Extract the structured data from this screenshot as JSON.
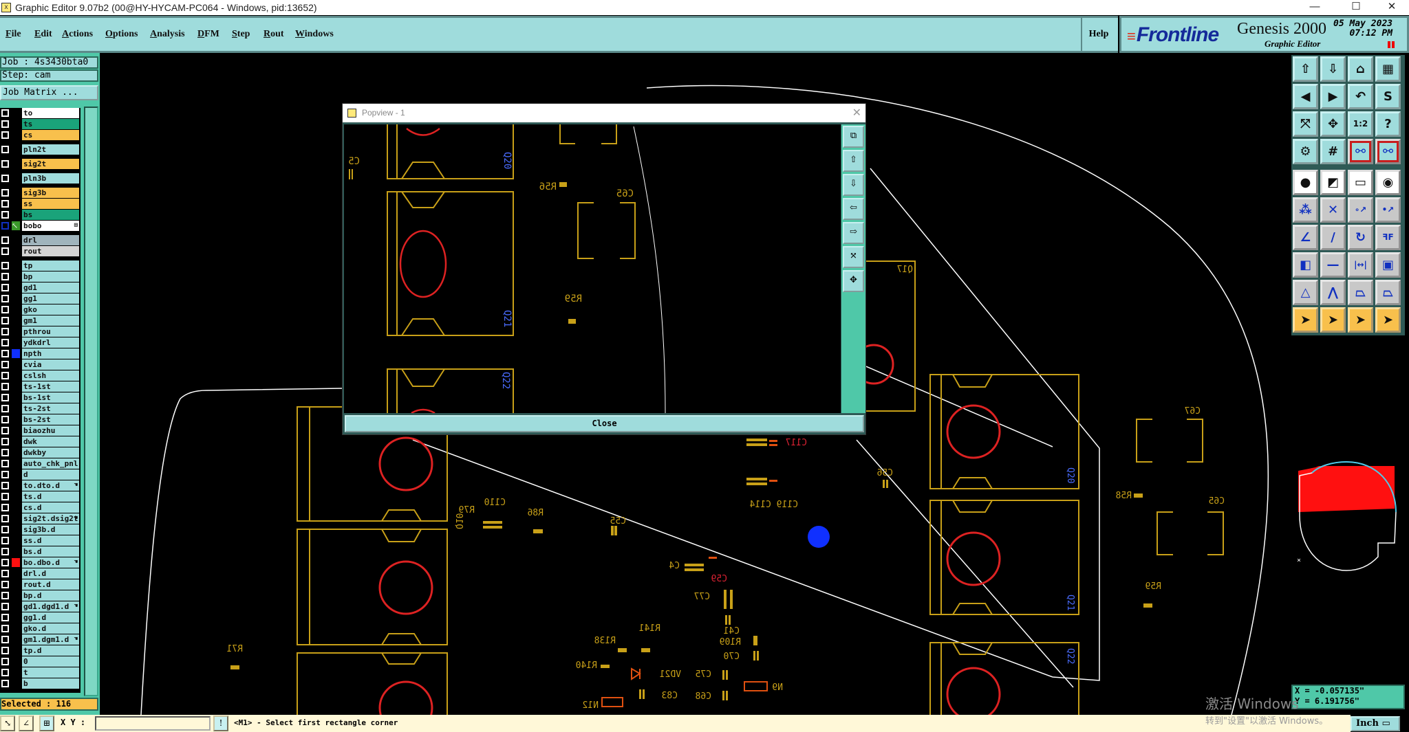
{
  "window": {
    "title": "Graphic Editor 9.07b2 (00@HY-HYCAM-PC064 - Windows, pid:13652)"
  },
  "menu": [
    "File",
    "Edit",
    "Actions",
    "Options",
    "Analysis",
    "DFM",
    "Step",
    "Rout",
    "Windows"
  ],
  "help_label": "Help",
  "brand": {
    "logo": "Frontline",
    "product": "Genesis 2000",
    "subtitle": "Graphic Editor",
    "date": "05 May 2023",
    "time": "07:12 PM"
  },
  "job": {
    "job_label": "Job : 4s3430bta0",
    "step_label": "Step: cam",
    "job_matrix_button": "Job Matrix ..."
  },
  "layer_groups": [
    [
      {
        "name": "to",
        "color": "#ffffff"
      },
      {
        "name": "ts",
        "color": "#1aa37a"
      },
      {
        "name": "cs",
        "color": "#f8c04c"
      }
    ],
    [
      {
        "name": "pln2t",
        "color": "#9fdcdc"
      }
    ],
    [
      {
        "name": "sig2t",
        "color": "#f8c04c"
      }
    ],
    [
      {
        "name": "pln3b",
        "color": "#9fdcdc"
      }
    ],
    [
      {
        "name": "sig3b",
        "color": "#f8c04c"
      },
      {
        "name": "ss",
        "color": "#f8c04c"
      },
      {
        "name": "bs",
        "color": "#1aa37a"
      },
      {
        "name": "bo",
        "color": "#ffffff",
        "work": true
      }
    ],
    [
      {
        "name": "drl",
        "color": "#a0b4bc"
      },
      {
        "name": "rout",
        "color": "#d4d4d4"
      }
    ],
    [
      {
        "name": "tp",
        "color": "#9fdcdc"
      },
      {
        "name": "bp",
        "color": "#9fdcdc"
      },
      {
        "name": "gd1",
        "color": "#9fdcdc"
      },
      {
        "name": "gg1",
        "color": "#9fdcdc"
      },
      {
        "name": "gko",
        "color": "#9fdcdc"
      },
      {
        "name": "gm1",
        "color": "#9fdcdc"
      },
      {
        "name": "pthrou",
        "color": "#9fdcdc"
      },
      {
        "name": "ydkdrl",
        "color": "#9fdcdc"
      },
      {
        "name": "npth",
        "color": "#9fdcdc",
        "marker": "#1030ff"
      },
      {
        "name": "cvia",
        "color": "#9fdcdc"
      },
      {
        "name": "cslsh",
        "color": "#9fdcdc"
      },
      {
        "name": "ts-1st",
        "color": "#9fdcdc"
      },
      {
        "name": "bs-1st",
        "color": "#9fdcdc"
      },
      {
        "name": "ts-2st",
        "color": "#9fdcdc"
      },
      {
        "name": "bs-2st",
        "color": "#9fdcdc"
      },
      {
        "name": "biaozhu",
        "color": "#9fdcdc"
      },
      {
        "name": "dwk",
        "color": "#9fdcdc"
      },
      {
        "name": "dwkby",
        "color": "#9fdcdc"
      },
      {
        "name": "auto_chk_pnl",
        "color": "#9fdcdc"
      },
      {
        "name": "d",
        "color": "#9fdcdc"
      },
      {
        "name": "to.d",
        "color": "#9fdcdc",
        "hand": true
      },
      {
        "name": "ts.d",
        "color": "#9fdcdc"
      },
      {
        "name": "cs.d",
        "color": "#9fdcdc"
      },
      {
        "name": "sig2t.d",
        "color": "#9fdcdc",
        "hand": true
      },
      {
        "name": "sig3b.d",
        "color": "#9fdcdc"
      },
      {
        "name": "ss.d",
        "color": "#9fdcdc"
      },
      {
        "name": "bs.d",
        "color": "#9fdcdc"
      },
      {
        "name": "bo.d",
        "color": "#9fdcdc",
        "marker": "#ff1010",
        "hand": true
      },
      {
        "name": "drl.d",
        "color": "#9fdcdc"
      },
      {
        "name": "rout.d",
        "color": "#9fdcdc"
      },
      {
        "name": "bp.d",
        "color": "#9fdcdc"
      },
      {
        "name": "gd1.d",
        "color": "#9fdcdc",
        "hand": true
      },
      {
        "name": "gg1.d",
        "color": "#9fdcdc"
      },
      {
        "name": "gko.d",
        "color": "#9fdcdc"
      },
      {
        "name": "gm1.d",
        "color": "#9fdcdc",
        "hand": true
      },
      {
        "name": "tp.d",
        "color": "#9fdcdc"
      },
      {
        "name": "0",
        "color": "#9fdcdc"
      },
      {
        "name": "t",
        "color": "#9fdcdc"
      },
      {
        "name": "b",
        "color": "#9fdcdc"
      }
    ]
  ],
  "selected_label": "Selected : 116",
  "bottom": {
    "xy_label": "X Y :",
    "xy_value": "",
    "message": "<M1> - Select first rectangle corner"
  },
  "coords": {
    "x": "X = -0.057135\"",
    "y": "Y = 6.191756\""
  },
  "unit": "Inch",
  "watermark": {
    "line1": "激活 Windows",
    "line2": "转到\"设置\"以激活 Windows。"
  },
  "popview": {
    "title": "Popview - 1",
    "close_label": "Close",
    "labels": {
      "c5": "C5",
      "q20": "Q20",
      "q21": "Q21",
      "q22": "Q22",
      "r56": "R56",
      "c65": "C65",
      "r59": "R59"
    }
  },
  "canvas_labels": {
    "c117": "C117",
    "c119c114": "C119 C114",
    "c56": "C56",
    "c55": "C55",
    "r79": "R79",
    "c110": "C110",
    "r86": "R86",
    "q10": "Q10",
    "c4": "C4",
    "c59": "C59",
    "c77": "C77",
    "c41": "C41",
    "r109": "R109",
    "c70": "C70",
    "r141": "R141",
    "r138": "R138",
    "r140": "R140",
    "vd21": "VD21",
    "c75": "C75",
    "c83": "C83",
    "c68": "C68",
    "n9": "N9",
    "n12": "N12",
    "r71": "R71",
    "c67": "C67",
    "r58": "R58",
    "c65": "C65",
    "r59": "R59",
    "q20": "Q20",
    "q21": "Q21",
    "q22": "Q22",
    "q17": "Q17"
  },
  "colors": {
    "feature": "#c8a018",
    "text_blue": "#4a6cff",
    "accent_cyan": "#9fdcdc",
    "accent_teal": "#4fc8a8",
    "highlight": "#f8c04c"
  },
  "tools": [
    {
      "icon": "zoom-in-up-icon",
      "style": "cyan"
    },
    {
      "icon": "zoom-out-down-icon",
      "style": "cyan"
    },
    {
      "icon": "home-icon",
      "style": "cyan"
    },
    {
      "icon": "grid-window-icon",
      "style": "cyan"
    },
    {
      "icon": "pan-left-icon",
      "style": "cyan"
    },
    {
      "icon": "pan-right-icon",
      "style": "cyan"
    },
    {
      "icon": "undo-view-icon",
      "style": "cyan"
    },
    {
      "icon": "snake-icon",
      "style": "cyan"
    },
    {
      "icon": "fit-all-icon",
      "style": "cyan"
    },
    {
      "icon": "fit-profile-icon",
      "style": "cyan"
    },
    {
      "icon": "scale-1to2-icon",
      "style": "cyan"
    },
    {
      "icon": "help-icon",
      "style": "cyan"
    },
    {
      "icon": "tools-palette-icon",
      "style": "cyan"
    },
    {
      "icon": "grid-icon",
      "style": "cyan"
    },
    {
      "icon": "netlist-icon",
      "style": "redframe"
    },
    {
      "icon": "netlist-alt-icon",
      "style": "redframe"
    },
    {
      "icon": "feature-info-icon",
      "style": "white"
    },
    {
      "icon": "measure-area-icon",
      "style": "white"
    },
    {
      "icon": "ruler-icon",
      "style": "white"
    },
    {
      "icon": "pad-select-icon",
      "style": "white"
    },
    {
      "icon": "connect-icon",
      "style": "grey"
    },
    {
      "icon": "delete-point-icon",
      "style": "grey"
    },
    {
      "icon": "move-point-icon",
      "style": "grey"
    },
    {
      "icon": "move-point-alt-icon",
      "style": "grey"
    },
    {
      "icon": "angle-line-icon",
      "style": "grey"
    },
    {
      "icon": "line-icon",
      "style": "grey"
    },
    {
      "icon": "arc-icon",
      "style": "grey"
    },
    {
      "icon": "mirror-icon",
      "style": "grey"
    },
    {
      "icon": "move-pad-icon",
      "style": "grey"
    },
    {
      "icon": "segment-icon",
      "style": "grey"
    },
    {
      "icon": "dimension-icon",
      "style": "grey"
    },
    {
      "icon": "shapes-icon",
      "style": "grey"
    },
    {
      "icon": "triangle-icon",
      "style": "grey"
    },
    {
      "icon": "peak-icon",
      "style": "grey"
    },
    {
      "icon": "trapezoid-icon",
      "style": "grey"
    },
    {
      "icon": "trapezoid-alt-icon",
      "style": "grey"
    },
    {
      "icon": "select-pointer-icon",
      "style": "yellow"
    },
    {
      "icon": "select-box-icon",
      "style": "yellow"
    },
    {
      "icon": "select-polygon-icon",
      "style": "yellow"
    },
    {
      "icon": "select-net-icon",
      "style": "yellow"
    }
  ]
}
